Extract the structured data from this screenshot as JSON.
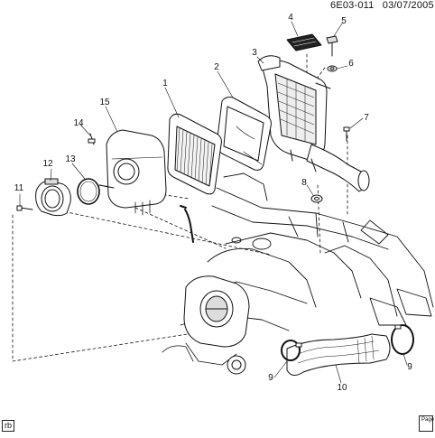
{
  "header": {
    "diagram_id": "6E03-011",
    "date": "03/07/2005"
  },
  "corner_left_mark": "rb",
  "corner_right_mark": "Page",
  "callouts": [
    "1",
    "2",
    "3",
    "4",
    "5",
    "6",
    "7",
    "8",
    "9",
    "9",
    "10",
    "11",
    "12",
    "13",
    "14",
    "15"
  ],
  "parts_depicted": [
    "air-cleaner-element",
    "air-cleaner-housing-cover",
    "air-cleaner-housing-lower",
    "label-plate",
    "bolt",
    "nut",
    "stud",
    "grommet",
    "clamp",
    "intake-duct",
    "screw",
    "throttle-body-adapter",
    "seal",
    "fastener",
    "air-cleaner-housing-upper"
  ]
}
